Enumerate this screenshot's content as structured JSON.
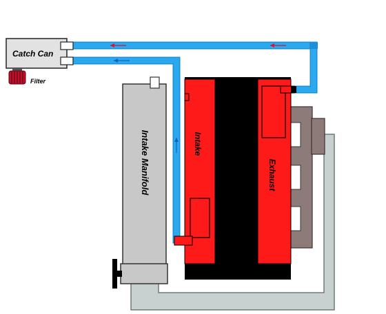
{
  "labels": {
    "catch_can": "Catch Can",
    "filter": "Filter",
    "intake_manifold": "Intake Manifold",
    "intake": "Intake",
    "exhaust": "Exhaust"
  },
  "colors": {
    "hose": "#2aa9ee",
    "hose_dark": "#1d8fd6",
    "head_red": "#ff1a1a",
    "block_black": "#000000",
    "manifold_gray": "#c8c8c8",
    "exhaust_header": "#8c7b78",
    "outline_panel": "#c9d0d0",
    "arrow_red": "#e0102a",
    "arrow_blue": "#1560c8",
    "filter_red": "#c2102a"
  }
}
